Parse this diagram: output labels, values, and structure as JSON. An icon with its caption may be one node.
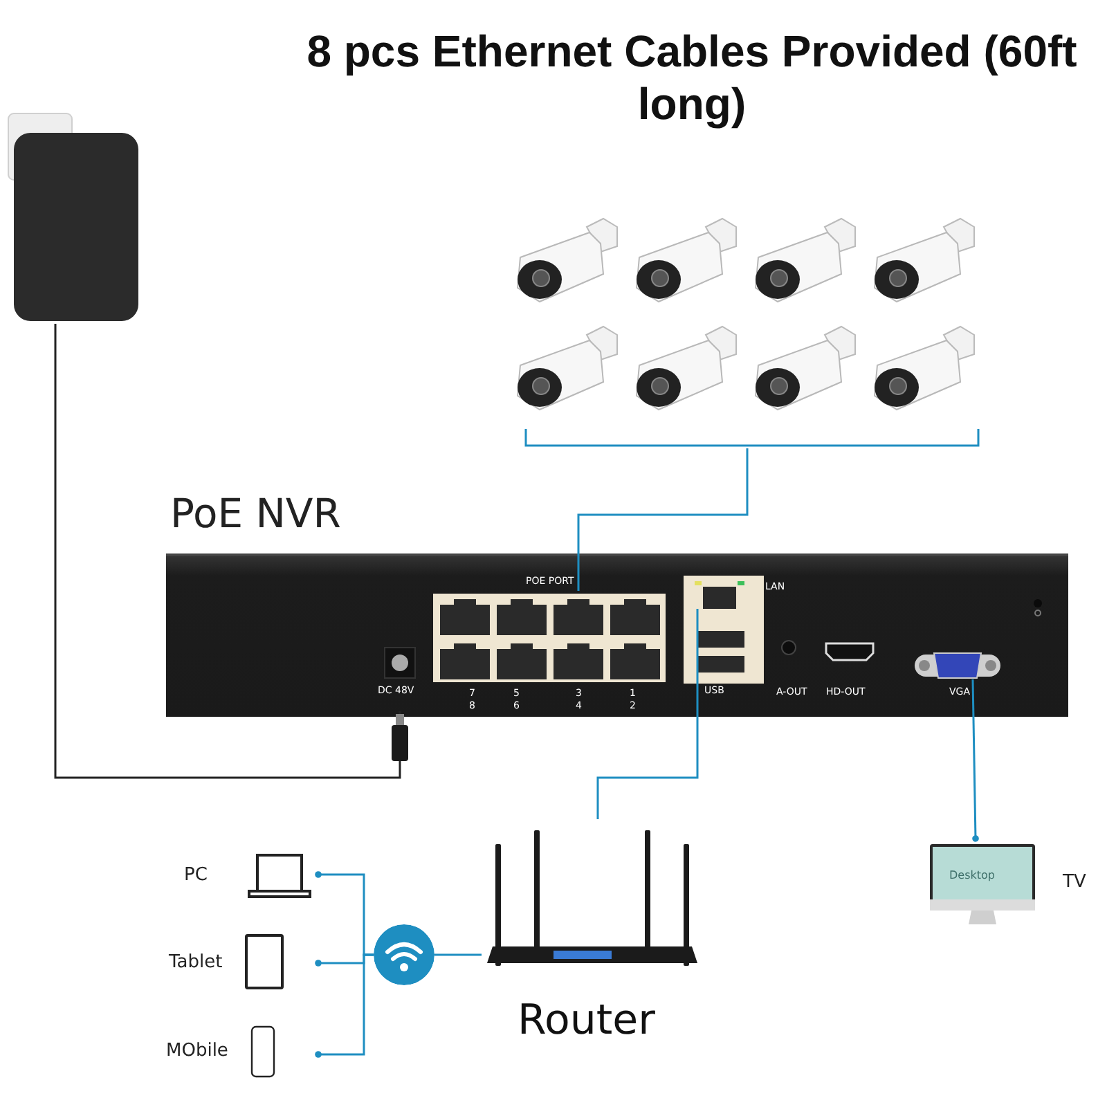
{
  "diagram": {
    "title": "8 pcs Ethernet Cables Provided (60ft long)",
    "nodes": [
      {
        "text": [],
        "shape": "box"
      },
      {
        "text": [],
        "shape": "picture"
      },
      {
        "text": [
          "PoE NVR"
        ]
      },
      {
        "text": [],
        "shape": "box",
        "in": 2,
        "beside": [
          "7",
          "8",
          "5",
          "6",
          "3",
          "4",
          "1",
          "2"
        ]
      },
      {
        "text": [],
        "shape": "box",
        "in": 2
      },
      {
        "text": [],
        "shape": "box",
        "in": 2
      },
      {
        "text": [
          "DC 48V"
        ],
        "in": 2
      },
      {
        "text": [
          "Router"
        ]
      },
      {
        "text": [],
        "shape": "circle"
      },
      {
        "text": [
          "PC"
        ]
      },
      {
        "text": [
          "Tablet"
        ]
      },
      {
        "text": [
          "MObile"
        ]
      },
      {
        "text": [
          "TV"
        ]
      }
    ],
    "edges": [
      {
        "from": 0,
        "to": 6,
        "arrow": "none",
        "color": "#222222"
      },
      {
        "from": 1,
        "to": 3,
        "arrow": "none"
      },
      {
        "from": 7,
        "to": 4,
        "arrow": "none"
      },
      {
        "from": 5,
        "to": 12,
        "arrow": "other"
      },
      {
        "from": 8,
        "to": 7,
        "arrow": "none"
      },
      {
        "from": 8,
        "to": 9,
        "arrow": "other"
      },
      {
        "from": 8,
        "to": 10,
        "arrow": "other"
      },
      {
        "from": 8,
        "to": 11,
        "arrow": "other"
      }
    ],
    "labels": [
      "POE PORT",
      "LAN",
      "USB",
      "A-OUT",
      "HD-OUT",
      "VGA",
      "Desktop"
    ]
  }
}
